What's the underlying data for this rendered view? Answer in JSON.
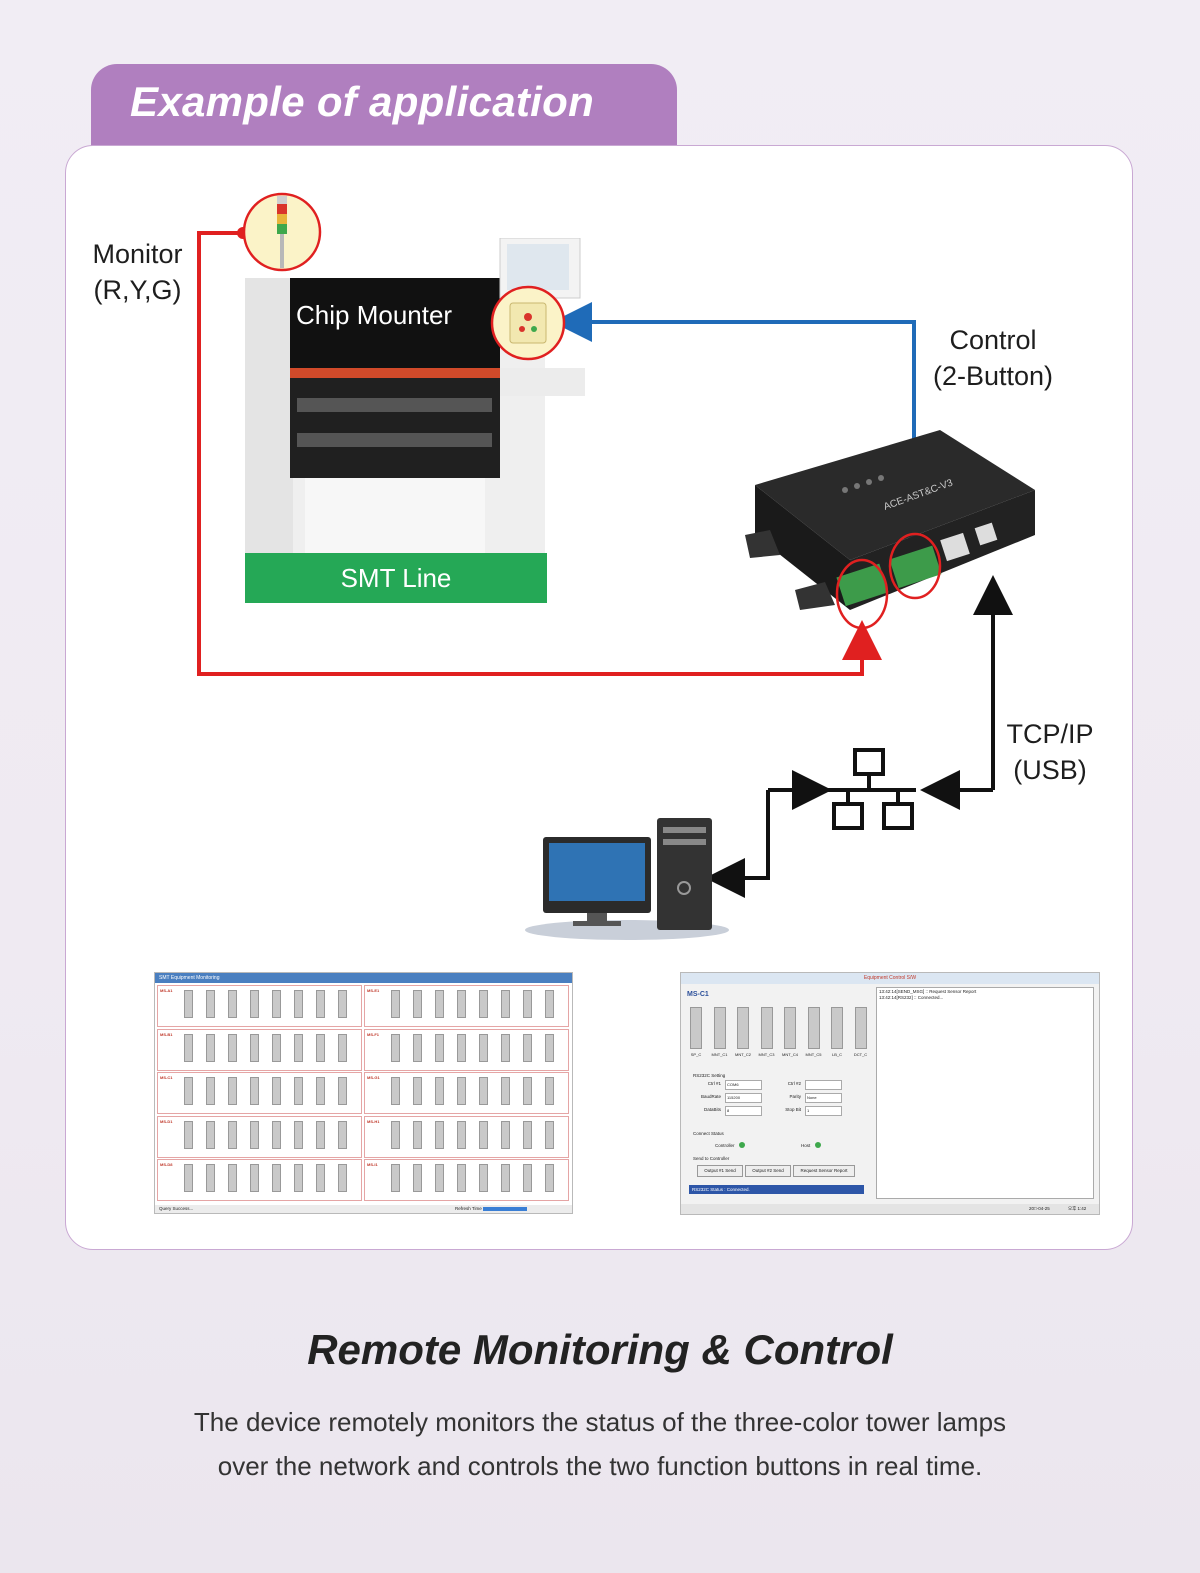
{
  "header": {
    "title": "Example of application"
  },
  "diagram": {
    "monitor_label": [
      "Monitor",
      "(R,Y,G)"
    ],
    "chip_mounter_label": "Chip Mounter",
    "smt_line_label": "SMT Line",
    "control_label": [
      "Control",
      "(2-Button)"
    ],
    "tcpip_label": [
      "TCP/IP",
      "(USB)"
    ],
    "device_model": "ACE-AST&C-V3"
  },
  "screenshots": {
    "left": {
      "title": "SMT Equipment Monitoring",
      "groups": [
        "MS-A1",
        "MS-B1",
        "MS-C1",
        "MS-D1",
        "MS-D8",
        "MS-E1",
        "MS-F1",
        "MS-G1",
        "MS-H1",
        "MS-I1"
      ],
      "status_left": "Query Success...",
      "status_right": "Refresh Time"
    },
    "right": {
      "title": "Equipment Control S/W",
      "group": "MS-C1",
      "lamps": [
        "SP_C",
        "MNT_C1",
        "MNT_C2",
        "MNT_C3",
        "MNT_C4",
        "MNT_C5",
        "LB_C",
        "DCT_C"
      ],
      "log": [
        "13:42:14[SEND_MSG] :: Request Sensor Report",
        "13:42:14[RS232] :: Connected..."
      ],
      "rs232_setting": "RS232C Setting",
      "fields": [
        {
          "label": "Ctrl #1",
          "value": "COM6"
        },
        {
          "label": "Ctrl #2",
          "value": ""
        },
        {
          "label": "BaudRate",
          "value": "115200"
        },
        {
          "label": "Parity",
          "value": "None"
        },
        {
          "label": "DataBits",
          "value": "8"
        },
        {
          "label": "Stop Bit",
          "value": "1"
        }
      ],
      "connect_status": "Connect Status",
      "controller_label": "Controller",
      "host_label": "Host",
      "send_to_controller": "Send to Controller",
      "buttons": [
        "Output #1 Send",
        "Output #2 Send",
        "Request Sensor Report"
      ],
      "status_bar": "RS232C Status : Connected.",
      "footer_date": "20□-04-25",
      "footer_time": "오후 1:42"
    }
  },
  "footer": {
    "title": "Remote Monitoring & Control",
    "description": [
      "The device remotely monitors the status of the three-color tower lamps",
      "over the network and controls the two function buttons in real time."
    ]
  },
  "colors": {
    "accent": "#b07fbf",
    "monitor_line": "#e02020",
    "control_line": "#1f6bb8",
    "smt_green": "#25a856"
  }
}
